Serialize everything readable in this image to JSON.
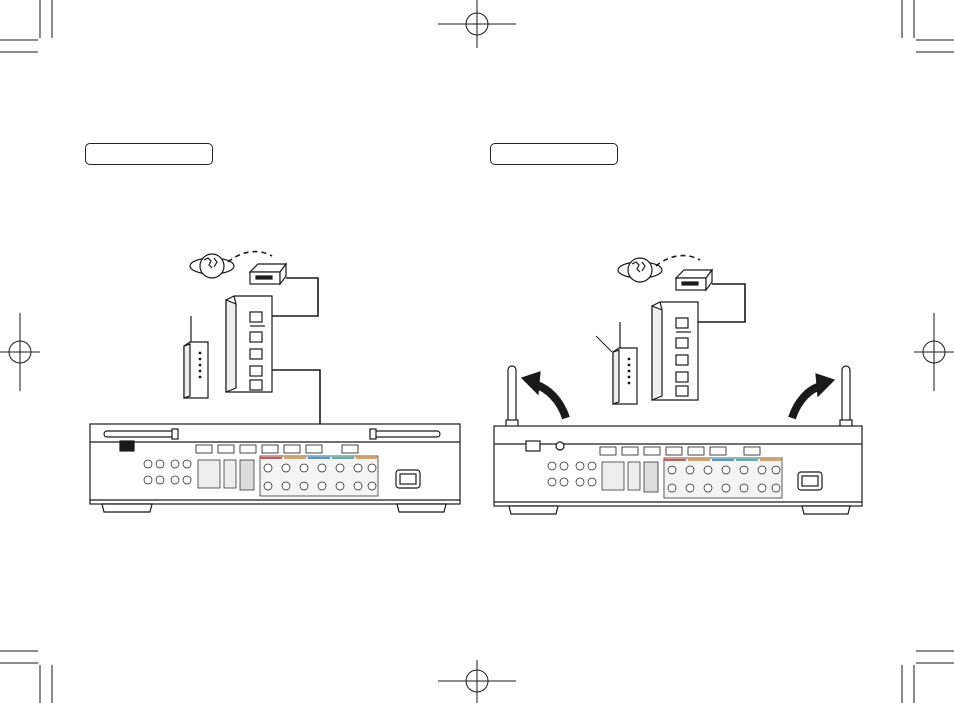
{
  "panels": [
    {
      "label": "",
      "connection": "wired",
      "antennas": "folded"
    },
    {
      "label": "",
      "connection": "wireless",
      "antennas": "raised"
    }
  ],
  "icons": {
    "internet": "globe-icon",
    "modem": "modem-icon",
    "router": "router-icon",
    "access_point": "wireless-access-point-icon",
    "receiver": "av-receiver-rear-panel",
    "antenna_raise": "curved-arrow-icon"
  },
  "colors": {
    "line": "#1a1a1a",
    "fill": "#ffffff",
    "panel_shade": "#e6e6e6",
    "accent_red": "#d9534f",
    "accent_orange": "#e8a040",
    "accent_blue": "#3ea0d8",
    "accent_teal": "#49b9b0"
  }
}
